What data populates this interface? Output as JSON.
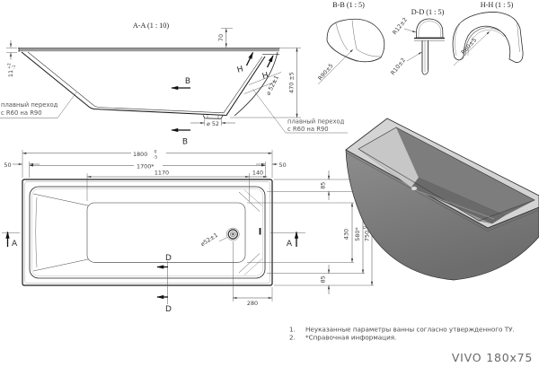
{
  "drawing": {
    "title": "VIVO 180x75",
    "notes": [
      {
        "num": "1.",
        "text": "Неуказанные параметры ванны согласно утвержденного ТУ."
      },
      {
        "num": "2.",
        "text": "*Справочная информация."
      }
    ]
  },
  "section_aa": {
    "label": "A-A (1 : 10)",
    "cut_letter_b": "B",
    "cut_letter_b2": "B",
    "cut_letter_h": "H",
    "cut_letter_h2": "H",
    "dim_rim": "11",
    "dim_rim_tol_up": "+2",
    "dim_rim_tol_dn": "-1",
    "dim_70": "70",
    "dim_drain_wall": "⌀ 52±1",
    "dim_height": "470 ±5",
    "dim_drain_bottom": "⌀ 52",
    "leader_left_1": "плавный переход",
    "leader_left_2": "с R60 на R90",
    "leader_right_1": "плавный переход",
    "leader_right_2": "с R60 на R90"
  },
  "detail_bb": {
    "label": "B-B (1 : 5)",
    "radius": "R90±5"
  },
  "detail_dd": {
    "label": "D-D (1 : 5)",
    "radius_top": "R12±2",
    "radius_bottom": "R10±2"
  },
  "detail_hh": {
    "label": "H-H (1 : 5)",
    "radius": "R60±5"
  },
  "plan": {
    "dim_length": "1800",
    "dim_length_tol_up": "0",
    "dim_length_tol_dn": "-5",
    "dim_length_ref": "1700*",
    "dim_bottom": "1170",
    "dim_140": "140",
    "dim_50_left": "50",
    "dim_50_right": "50",
    "dim_85_top": "85",
    "dim_85_bottom": "85",
    "dim_430": "430",
    "dim_580": "580*",
    "dim_width": "750",
    "dim_width_tol_up": "0",
    "dim_width_tol_dn": "-5",
    "dim_280": "280",
    "dim_drain": "⌀52±1",
    "cut_letter_a_left": "A",
    "cut_letter_a_right": "A",
    "cut_letter_d_top": "D",
    "cut_letter_d_bottom": "D"
  },
  "colors": {
    "line": "#1a1a1a",
    "dim_text": "#3d3d3d",
    "rim_top": "#d4d4d4",
    "backrest": "#c7c7c7",
    "body": "#7f7f7f",
    "floor": "#6a6a6a"
  }
}
